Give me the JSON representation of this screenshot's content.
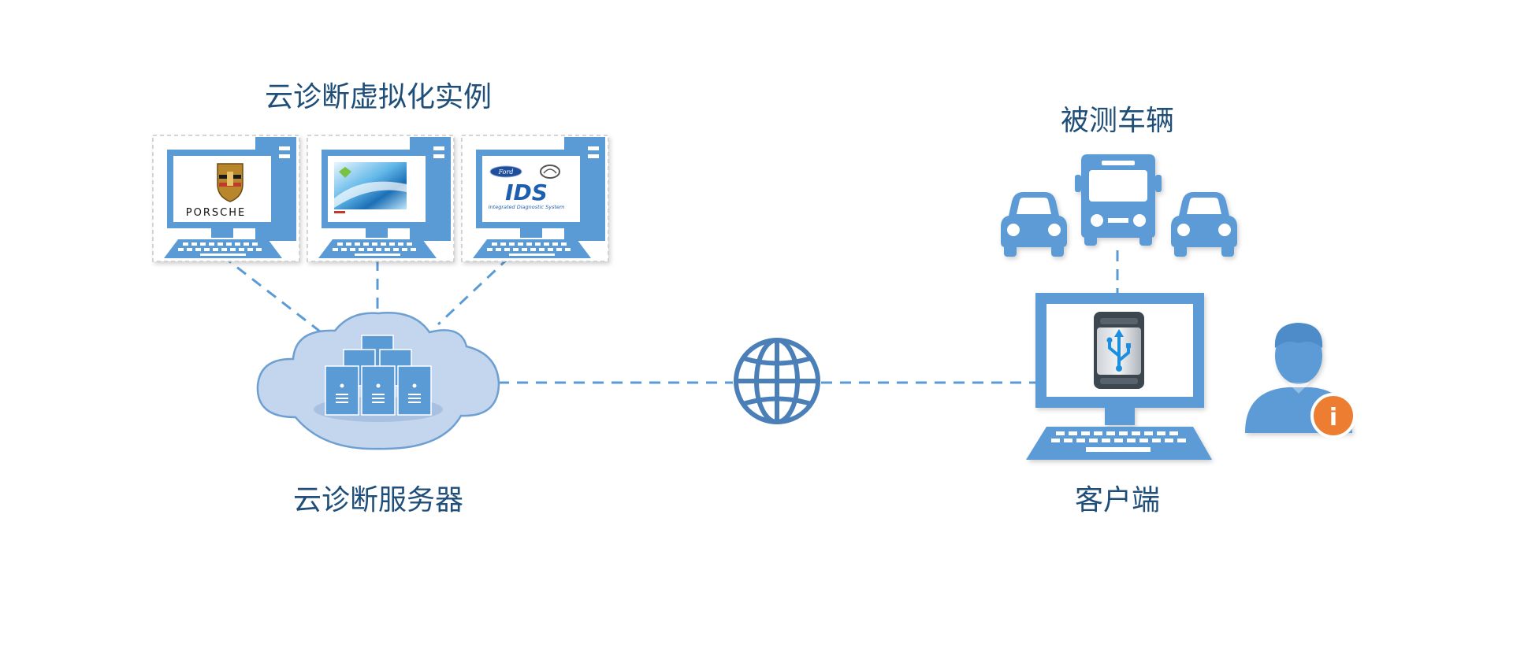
{
  "labels": {
    "instances_title": "云诊断虚拟化实例",
    "vehicles_title": "被测车辆",
    "server_label": "云诊断服务器",
    "client_label": "客户端"
  },
  "instances": [
    {
      "brand": "PORSCHE",
      "icon": "porsche-crest-icon"
    },
    {
      "brand": "",
      "icon": "diagnostic-system-splash"
    },
    {
      "brand_logos": [
        "Ford",
        "mazda-logo"
      ],
      "brand": "IDS",
      "caption": "Integrated Diagnostic System",
      "icon": "ids-logo"
    }
  ],
  "vehicles": [
    {
      "icon": "car-icon"
    },
    {
      "icon": "bus-icon"
    },
    {
      "icon": "car-icon"
    }
  ],
  "client_device_icon": "usb-vci-icon",
  "user_badge_text": "i",
  "colors": {
    "primary": "#5b9bd5",
    "dark": "#3a7ab8",
    "cloud_fill": "#c3d6ee",
    "cloud_stroke": "#6e9fd1",
    "text": "#1f4e79",
    "badge": "#ed7d31"
  }
}
